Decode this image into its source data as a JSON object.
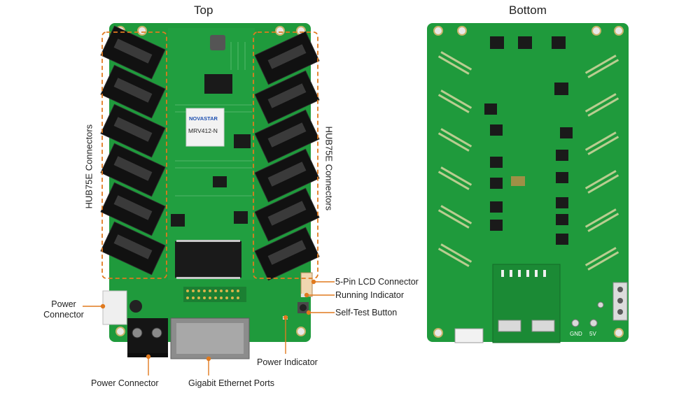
{
  "titles": {
    "top": "Top",
    "bottom": "Bottom"
  },
  "chip_label": {
    "brand": "NOVASTAR",
    "model": "MRV412-N"
  },
  "labels": {
    "hub_left": "HUB75E Connectors",
    "hub_right": "HUB75E Connectors",
    "lcd_connector": "5-Pin LCD Connector",
    "running_indicator": "Running Indicator",
    "self_test_button": "Self-Test Button",
    "power_indicator": "Power Indicator",
    "power_connector_side": "Power\nConnector",
    "power_connector_bottom": "Power Connector",
    "ethernet_ports": "Gigabit Ethernet Ports"
  },
  "silkscreen": {
    "gnd": "GND",
    "v5": "5V"
  },
  "colors": {
    "pcb": "#1f9a3c",
    "pcb_dark": "#157a2d",
    "callout": "#e07a1f",
    "chip": "#1a1a1a"
  }
}
